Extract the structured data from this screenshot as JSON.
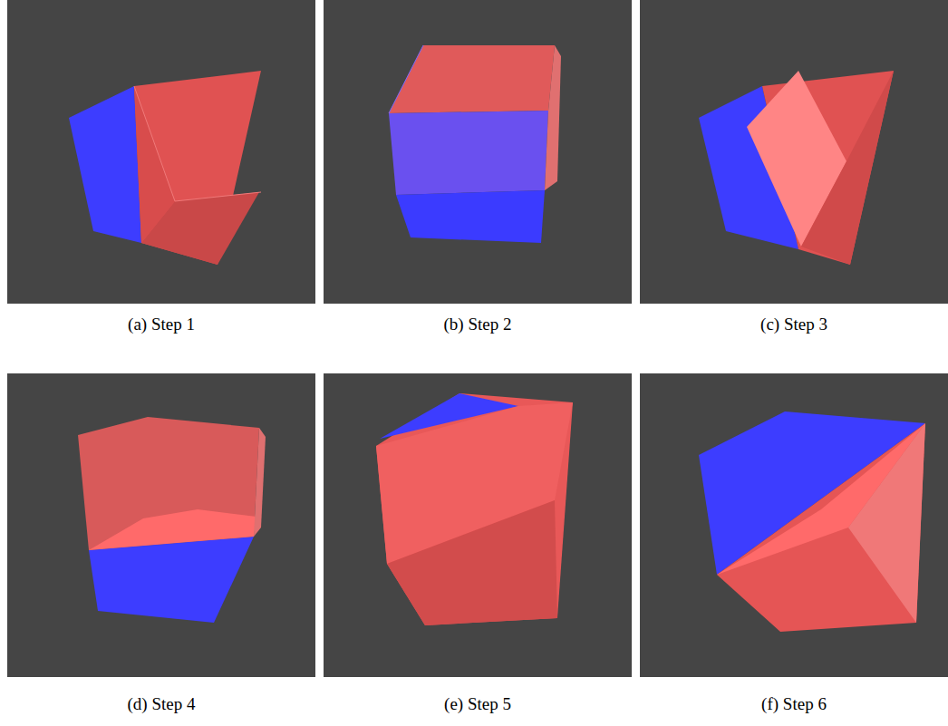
{
  "diagram": {
    "labels": [
      "(a) Step 1",
      "(b) Step 2",
      "(c) Step 3",
      "(d) Step 4",
      "(e) Step 5",
      "(f) Step 6"
    ]
  }
}
